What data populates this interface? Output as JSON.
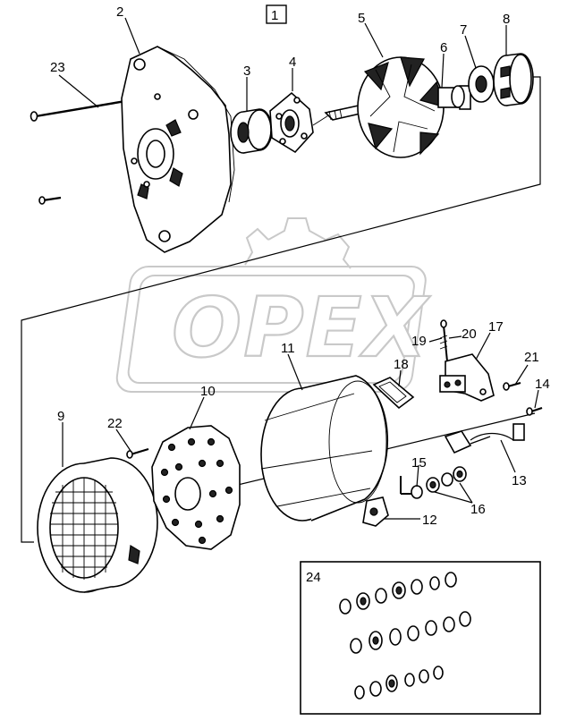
{
  "diagram": {
    "figure_number": "1",
    "watermark": "OPEX",
    "callouts": {
      "p1": "1",
      "p2": "2",
      "p3": "3",
      "p4": "4",
      "p5": "5",
      "p6": "6",
      "p7": "7",
      "p8": "8",
      "p9": "9",
      "p10": "10",
      "p11": "11",
      "p12": "12",
      "p13": "13",
      "p14": "14",
      "p15": "15",
      "p16": "16",
      "p17": "17",
      "p18": "18",
      "p19": "19",
      "p20": "20",
      "p21": "21",
      "p22": "22",
      "p23": "23",
      "p24": "24"
    }
  }
}
